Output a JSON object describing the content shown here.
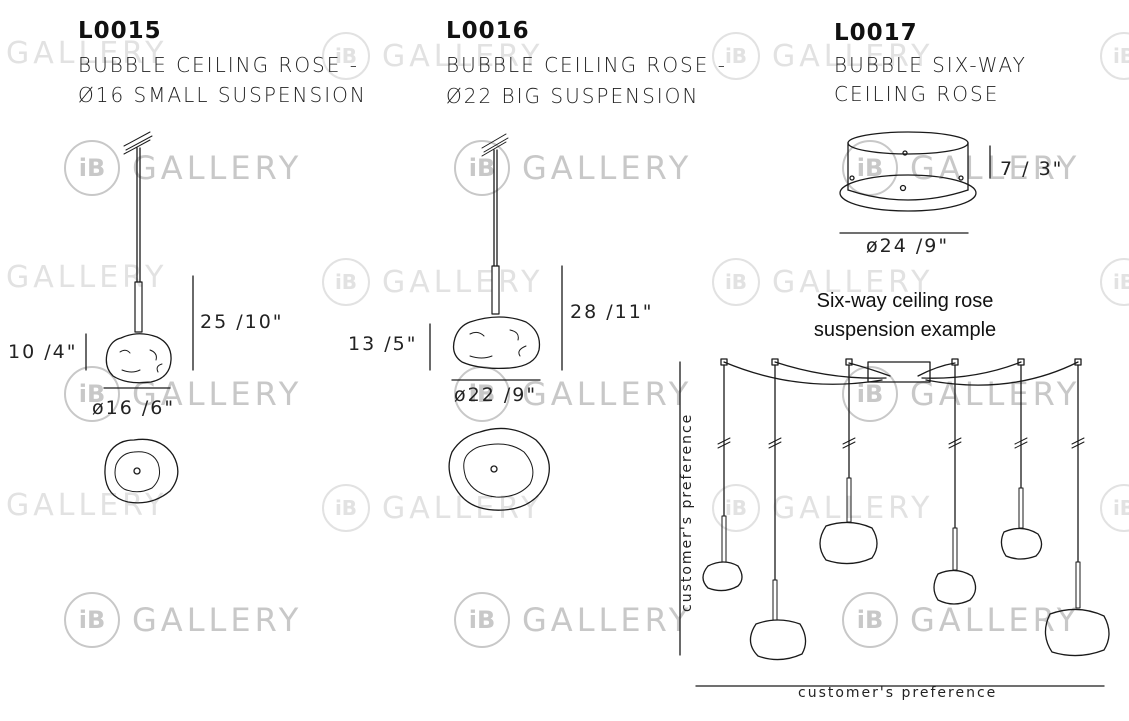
{
  "watermark": {
    "logo": "iB",
    "text": "GALLERY"
  },
  "products": [
    {
      "code": "L0015",
      "desc_line1": "BUBBLE CEILING ROSE -",
      "desc_line2": "Ø16 SMALL SUSPENSION"
    },
    {
      "code": "L0016",
      "desc_line1": "BUBBLE CEILING ROSE -",
      "desc_line2": "Ø22 BIG SUSPENSION"
    },
    {
      "code": "L0017",
      "desc_line1": "BUBBLE SIX-WAY",
      "desc_line2": "CEILING ROSE"
    }
  ],
  "dimensions": {
    "l0015_total_height": "25 /10\"",
    "l0015_shade_height": "10 /4\"",
    "l0015_diameter": "ø16 /6\"",
    "l0016_total_height": "28 /11\"",
    "l0016_shade_height": "13 /5\"",
    "l0016_diameter": "ø22 /9\"",
    "l0017_height": "7 / 3\"",
    "l0017_diameter": "ø24 /9\""
  },
  "example": {
    "caption_line1": "Six-way ceiling rose",
    "caption_line2": "suspension example",
    "vertical_label": "customer's preference",
    "horizontal_label": "customer's preference"
  },
  "colors": {
    "line": "#1a1a1a",
    "watermark": "#c8c8c8"
  }
}
